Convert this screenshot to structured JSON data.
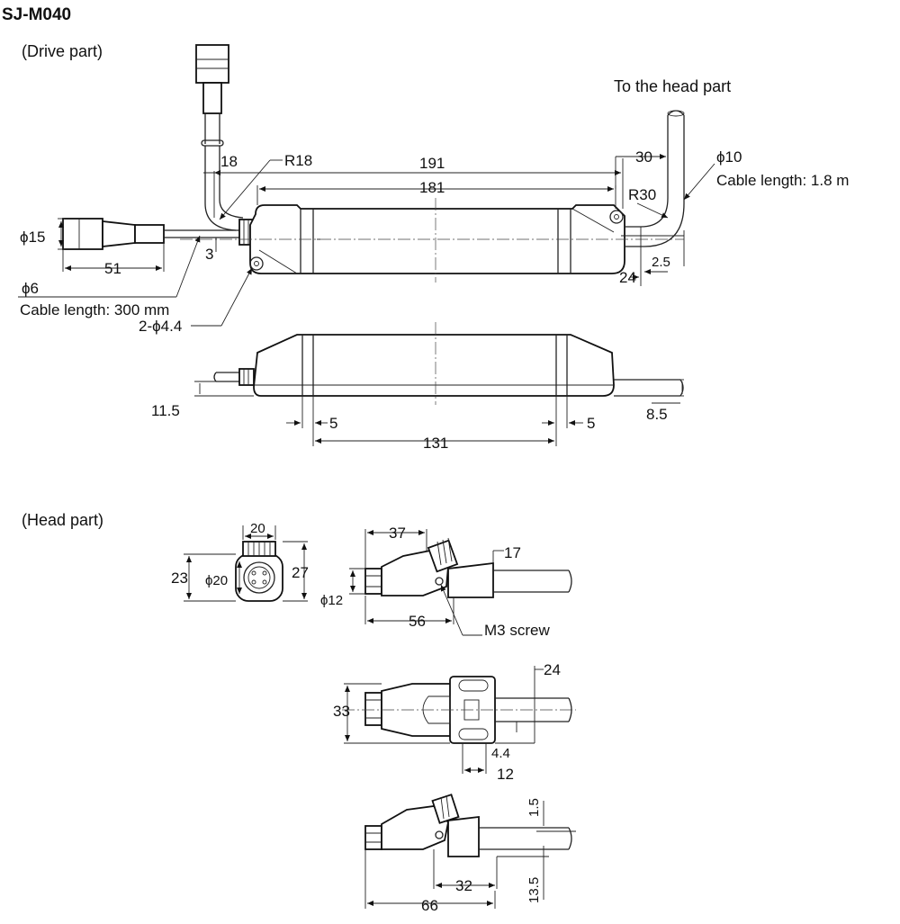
{
  "title": "SJ-M040",
  "labels": {
    "drive_part": "(Drive part)",
    "head_part": "(Head part)",
    "to_head": "To the head part",
    "cable_10": "ϕ10",
    "cable_len_18": "Cable length: 1.8 m",
    "cable_6": "ϕ6",
    "cable_len_300": "Cable length: 300 mm",
    "hole": "2-ϕ4.4",
    "r18": "R18",
    "r30": "R30",
    "phi15": "ϕ15",
    "m3": "M3 screw",
    "phi20": "ϕ20",
    "phi12": "ϕ12"
  },
  "dims": {
    "d18": "18",
    "d191": "191",
    "d181": "181",
    "d30": "30",
    "d3": "3",
    "d51": "51",
    "d24": "24",
    "d2_5": "2.5",
    "d11_5": "11.5",
    "d5a": "5",
    "d5b": "5",
    "d131": "131",
    "d8_5": "8.5",
    "h20": "20",
    "h23": "23",
    "h27": "27",
    "h37": "37",
    "h17": "17",
    "h56": "56",
    "h33": "33",
    "h24": "24",
    "h4_4": "4.4",
    "h12": "12",
    "h1_5": "1.5",
    "h32": "32",
    "h13_5": "13.5",
    "h66": "66"
  }
}
